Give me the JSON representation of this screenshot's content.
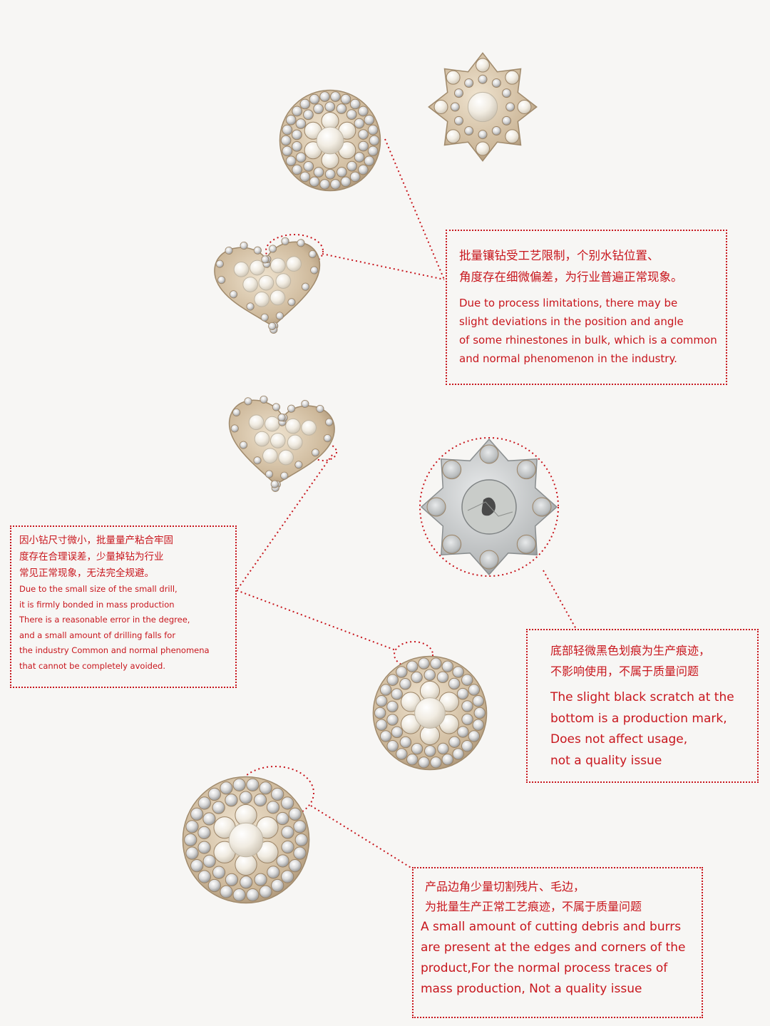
{
  "callouts": [
    {
      "zh": "批量镶钻受工艺限制，个别水钻位置、\n角度存在细微偏差，为行业普遍正常现象。",
      "en": "Due to process limitations, there may be\nslight deviations in the position and angle\nof some rhinestones in bulk, which is a common\nand normal phenomenon in the industry."
    },
    {
      "zh": "因小钻尺寸微小，批量量产粘合牢固\n度存在合理误差，少量掉钻为行业\n常见正常现象，无法完全规避。",
      "en": "Due to the small size of the small drill,\nit is firmly bonded in mass production\nThere is a reasonable error in the degree,\nand a small amount of drilling falls for\nthe industry Common and normal phenomena\nthat cannot be completely avoided."
    },
    {
      "zh": "底部轻微黑色划痕为生产痕迹，\n不影响使用，不属于质量问题",
      "en": "The slight black scratch at the\nbottom is a production mark,\nDoes not affect usage,\nnot a quality issue"
    },
    {
      "zh": "产品边角少量切割残片、毛边，\n为批量生产正常工艺痕迹，不属于质量问题",
      "en": "A small amount of cutting debris and burrs\nare present at the edges and corners of the\nproduct,For the normal process traces of\nmass production, Not a quality issue"
    }
  ],
  "colors": {
    "accent": "#c8161d",
    "background": "#f7f6f4",
    "pearl": "#f1ece2",
    "metal": "#cdb89a",
    "crystal": "#d9d9d9",
    "silver": "#b9bcbd"
  }
}
